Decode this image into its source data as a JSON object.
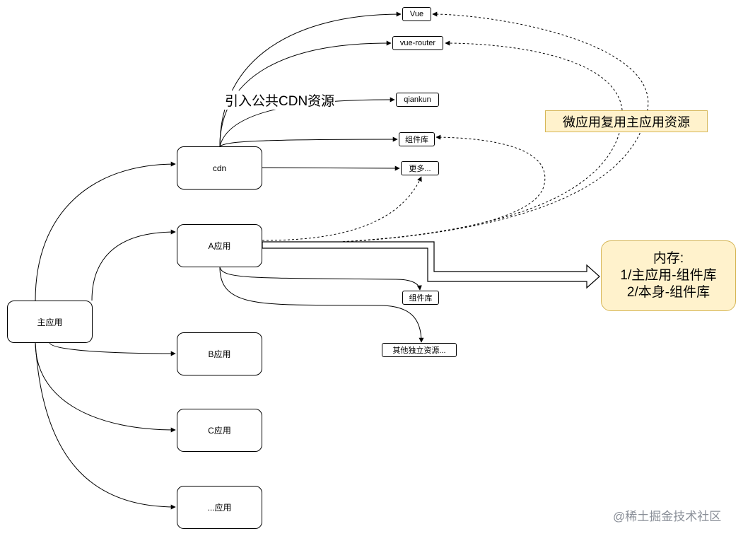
{
  "nodes": {
    "main_app": "主应用",
    "cdn": "cdn",
    "app_a": "A应用",
    "app_b": "B应用",
    "app_c": "C应用",
    "app_more": "...应用"
  },
  "resources": {
    "vue": "Vue",
    "vue_router": "vue-router",
    "qiankun": "qiankun",
    "components_cdn": "组件库",
    "more": "更多...",
    "components_a": "组件库",
    "other_resources": "其他独立资源..."
  },
  "labels": {
    "cdn_import": "引入公共CDN资源",
    "reuse_note": "微应用复用主应用资源",
    "memory_title": "内存:",
    "memory_line1": "1/主应用-组件库",
    "memory_line2": "2/本身-组件库"
  },
  "watermark": "@稀土掘金技术社区",
  "colors": {
    "note_fill": "#fff2cc",
    "note_border": "#d6b656"
  }
}
